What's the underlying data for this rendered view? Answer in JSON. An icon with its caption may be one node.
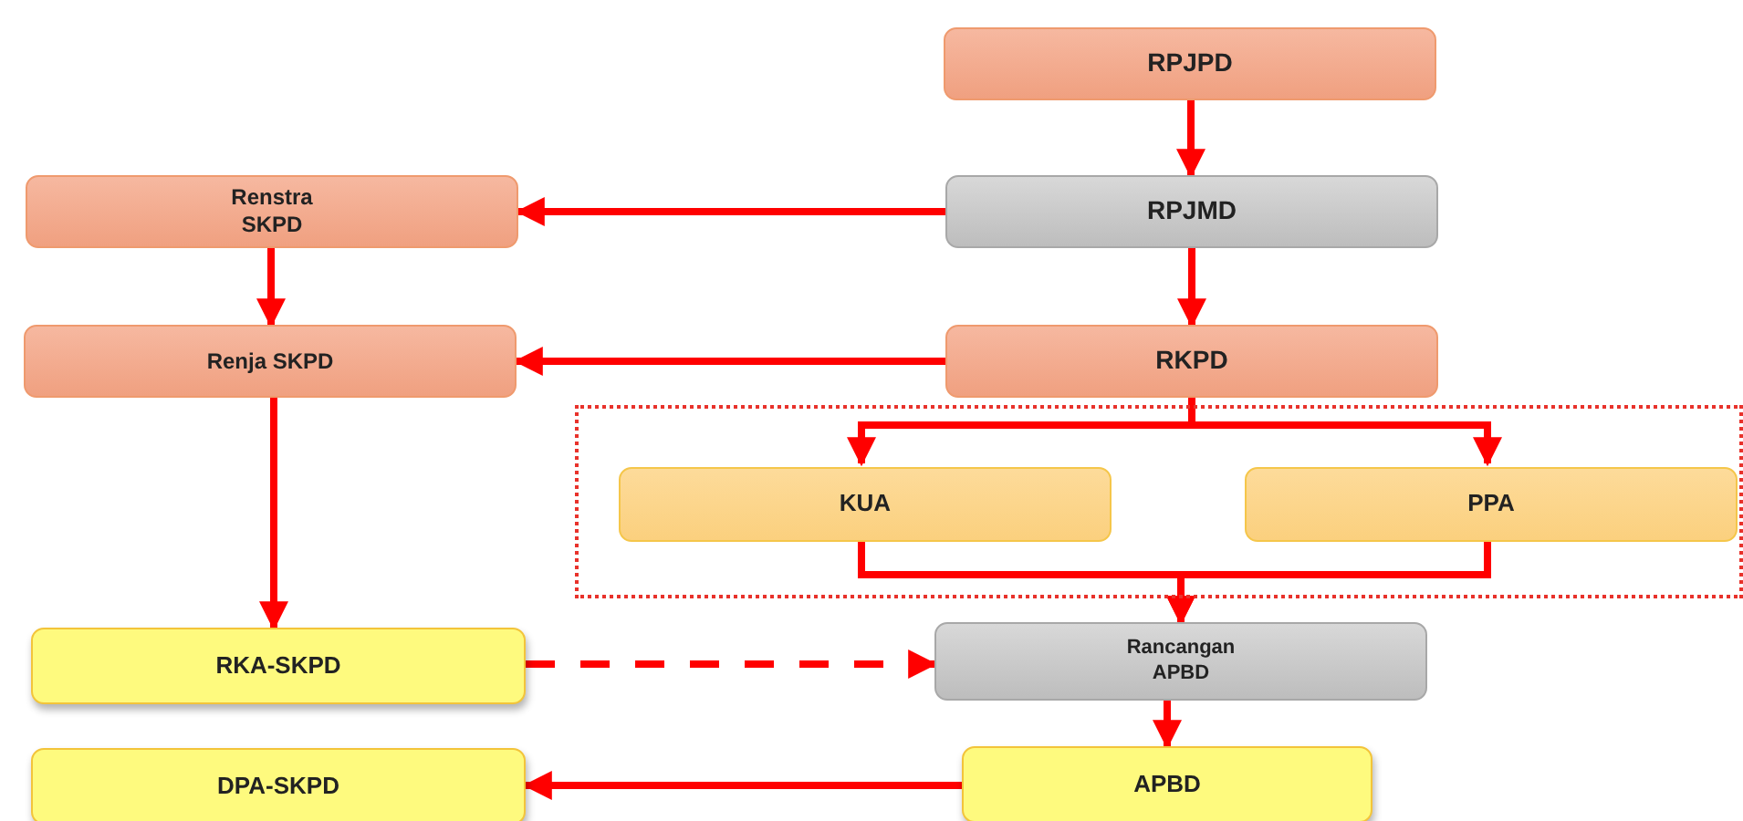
{
  "diagram": {
    "nodes": [
      {
        "text": [
          "RPJPD"
        ]
      },
      {
        "text": [
          "Renstra SKPD"
        ]
      },
      {
        "text": [
          "RPJMD"
        ]
      },
      {
        "text": [
          "Renja SKPD"
        ]
      },
      {
        "text": [
          "RKPD"
        ]
      },
      {
        "text": [],
        "shape": "box"
      },
      {
        "text": [
          "KUA"
        ],
        "in": 5
      },
      {
        "text": [
          "PPA"
        ],
        "in": 5
      },
      {
        "text": [
          "RKA-SKPD"
        ]
      },
      {
        "text": [
          "Rancangan APBD"
        ]
      },
      {
        "text": [
          "DPA-SKPD"
        ]
      },
      {
        "text": [
          "APBD"
        ]
      }
    ],
    "edges": [
      {
        "from": 0,
        "to": 2,
        "arrow": "to"
      },
      {
        "from": 2,
        "to": 1,
        "arrow": "to"
      },
      {
        "from": 2,
        "to": 4,
        "arrow": "to"
      },
      {
        "from": 1,
        "to": 3,
        "arrow": "to"
      },
      {
        "from": 4,
        "to": 3,
        "arrow": "to"
      },
      {
        "from": 3,
        "to": 8,
        "arrow": "to"
      },
      {
        "from": 4,
        "to": 6,
        "arrow": "to"
      },
      {
        "from": 4,
        "to": 7,
        "arrow": "to"
      },
      {
        "from": 6,
        "to": 9,
        "arrow": "to"
      },
      {
        "from": 7,
        "to": 9,
        "arrow": "to"
      },
      {
        "from": 8,
        "to": 9,
        "arrow": "to",
        "style": "dashed"
      },
      {
        "from": 9,
        "to": 11,
        "arrow": "to"
      },
      {
        "from": 11,
        "to": 10,
        "arrow": "to"
      }
    ]
  }
}
